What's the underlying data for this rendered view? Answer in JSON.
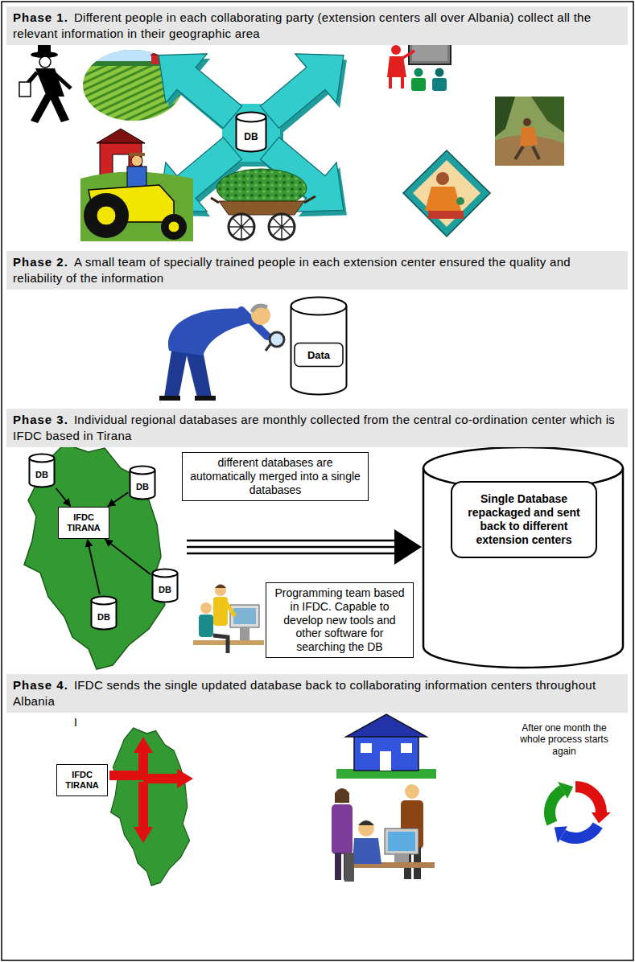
{
  "diagram": {
    "nodes": [
      {
        "text": [
          "Phase 1.",
          "Different people in each collaborating party (extension centers all over Albania) collect all the relevant information in their geographic area"
        ]
      },
      {
        "text": [
          "DB"
        ]
      },
      {
        "text": [
          "Phase 2.",
          "A small team of specially trained people in each extension center ensured the quality and reliability of the information"
        ]
      },
      {
        "text": [
          "Data"
        ]
      },
      {
        "text": [
          "Phase 3.",
          "Individual regional databases are monthly collected from the central co-ordination center which is IFDC based in Tirana"
        ]
      },
      {
        "text": [
          "DB"
        ]
      },
      {
        "text": [
          "DB"
        ]
      },
      {
        "text": [
          "IFDC TIRANA"
        ]
      },
      {
        "text": [
          "DB"
        ]
      },
      {
        "text": [
          "DB"
        ]
      },
      {
        "text": [
          "different databases are automatically merged into a single databases"
        ]
      },
      {
        "text": [
          "Single Database repackaged and sent back to different extension centers"
        ]
      },
      {
        "text": [
          "Programming team based in IFDC. Capable to develop new tools and other software for searching the DB"
        ]
      },
      {
        "text": [
          "Phase 4.",
          "IFDC sends the single updated database back to collaborating information centers throughout Albania"
        ]
      },
      {
        "text": [
          "IFDC TIRANA"
        ]
      }
    ],
    "edges": [
      {
        "from": 5,
        "to": 7,
        "arrow": "to"
      },
      {
        "from": 6,
        "to": 7,
        "arrow": "to"
      },
      {
        "from": 8,
        "to": 7,
        "arrow": "to"
      },
      {
        "from": 9,
        "to": 7,
        "arrow": "to"
      }
    ],
    "labels": [
      "I",
      "After one month the whole process starts again"
    ]
  }
}
